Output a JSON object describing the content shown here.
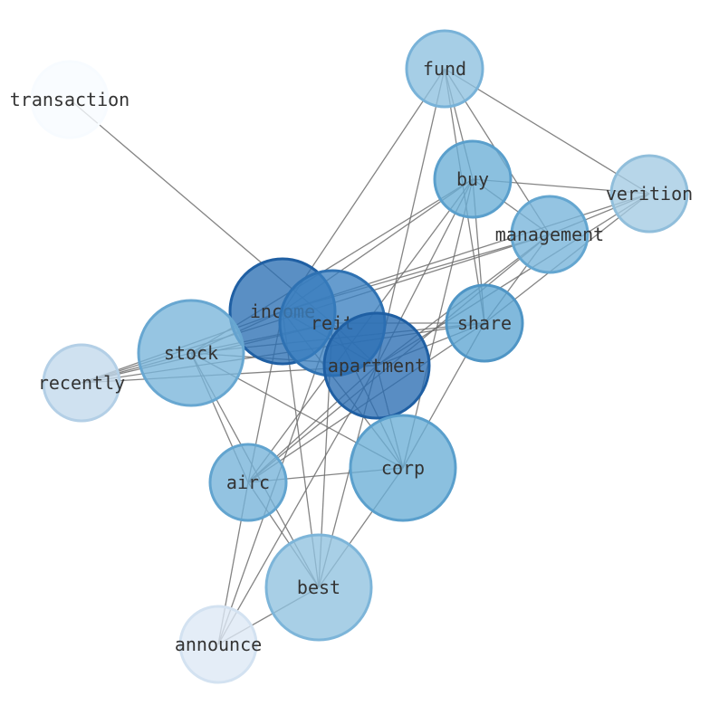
{
  "graph": {
    "nodes": [
      {
        "id": "transaction",
        "label": "transaction",
        "weight": 0.02,
        "fill": "#f7fbff",
        "stroke": "#f7fbff"
      },
      {
        "id": "fund",
        "label": "fund",
        "weight": 0.4,
        "fill": "#8dc0df",
        "stroke": "#78b2d8"
      },
      {
        "id": "buy",
        "label": "buy",
        "weight": 0.58,
        "fill": "#6aaed6",
        "stroke": "#5a9fcc"
      },
      {
        "id": "verition",
        "label": "verition",
        "weight": 0.32,
        "fill": "#a3cbe3",
        "stroke": "#90bedb"
      },
      {
        "id": "management",
        "label": "management",
        "weight": 0.52,
        "fill": "#76b4da",
        "stroke": "#64a6d0"
      },
      {
        "id": "income",
        "label": "income",
        "weight": 0.95,
        "fill": "#2c6fb4",
        "stroke": "#1f5fa3"
      },
      {
        "id": "reit",
        "label": "reit",
        "weight": 0.85,
        "fill": "#3b80c0",
        "stroke": "#2e71b2"
      },
      {
        "id": "share",
        "label": "share",
        "weight": 0.62,
        "fill": "#5ea5d2",
        "stroke": "#4f95c5"
      },
      {
        "id": "stock",
        "label": "stock",
        "weight": 0.48,
        "fill": "#79b5da",
        "stroke": "#68a7d1"
      },
      {
        "id": "apartment",
        "label": "apartment",
        "weight": 0.98,
        "fill": "#2a6db2",
        "stroke": "#1f5fa3"
      },
      {
        "id": "recently",
        "label": "recently",
        "weight": 0.18,
        "fill": "#c2d9ec",
        "stroke": "#b3cfe6"
      },
      {
        "id": "corp",
        "label": "corp",
        "weight": 0.55,
        "fill": "#6aaed6",
        "stroke": "#5a9fcc"
      },
      {
        "id": "airc",
        "label": "airc",
        "weight": 0.5,
        "fill": "#74b2d9",
        "stroke": "#62a4cf"
      },
      {
        "id": "best",
        "label": "best",
        "weight": 0.4,
        "fill": "#90c1df",
        "stroke": "#7db5d9"
      },
      {
        "id": "announce",
        "label": "announce",
        "weight": 0.1,
        "fill": "#dce8f5",
        "stroke": "#d3e2f1"
      }
    ],
    "edges": [
      [
        "transaction",
        "reit"
      ],
      [
        "fund",
        "income"
      ],
      [
        "fund",
        "buy"
      ],
      [
        "fund",
        "verition"
      ],
      [
        "fund",
        "management"
      ],
      [
        "fund",
        "share"
      ],
      [
        "fund",
        "apartment"
      ],
      [
        "buy",
        "verition"
      ],
      [
        "buy",
        "management"
      ],
      [
        "buy",
        "share"
      ],
      [
        "buy",
        "income"
      ],
      [
        "buy",
        "stock"
      ],
      [
        "buy",
        "apartment"
      ],
      [
        "buy",
        "corp"
      ],
      [
        "buy",
        "airc"
      ],
      [
        "verition",
        "management"
      ],
      [
        "verition",
        "income"
      ],
      [
        "verition",
        "apartment"
      ],
      [
        "verition",
        "share"
      ],
      [
        "management",
        "share"
      ],
      [
        "management",
        "income"
      ],
      [
        "management",
        "recently"
      ],
      [
        "management",
        "apartment"
      ],
      [
        "management",
        "airc"
      ],
      [
        "income",
        "reit"
      ],
      [
        "income",
        "stock"
      ],
      [
        "income",
        "apartment"
      ],
      [
        "income",
        "recently"
      ],
      [
        "income",
        "corp"
      ],
      [
        "income",
        "airc"
      ],
      [
        "income",
        "best"
      ],
      [
        "reit",
        "share"
      ],
      [
        "reit",
        "stock"
      ],
      [
        "reit",
        "apartment"
      ],
      [
        "reit",
        "recently"
      ],
      [
        "reit",
        "corp"
      ],
      [
        "reit",
        "best"
      ],
      [
        "reit",
        "announce"
      ],
      [
        "share",
        "stock"
      ],
      [
        "share",
        "apartment"
      ],
      [
        "share",
        "corp"
      ],
      [
        "share",
        "recently"
      ],
      [
        "share",
        "airc"
      ],
      [
        "stock",
        "apartment"
      ],
      [
        "stock",
        "recently"
      ],
      [
        "stock",
        "corp"
      ],
      [
        "stock",
        "best"
      ],
      [
        "stock",
        "airc"
      ],
      [
        "apartment",
        "recently"
      ],
      [
        "apartment",
        "corp"
      ],
      [
        "apartment",
        "airc"
      ],
      [
        "apartment",
        "best"
      ],
      [
        "apartment",
        "announce"
      ],
      [
        "corp",
        "airc"
      ],
      [
        "corp",
        "best"
      ],
      [
        "airc",
        "best"
      ],
      [
        "airc",
        "announce"
      ],
      [
        "best",
        "announce"
      ]
    ]
  }
}
